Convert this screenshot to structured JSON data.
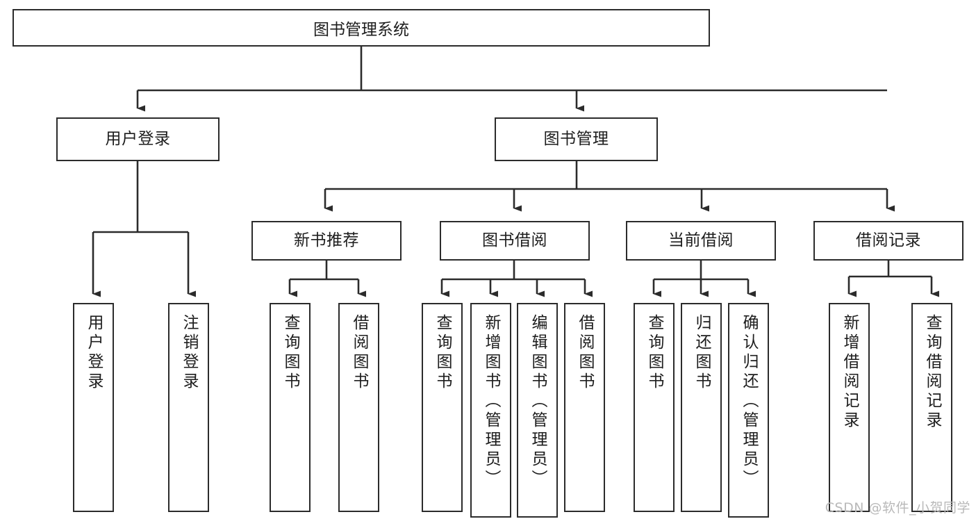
{
  "diagram": {
    "type": "tree-hierarchy",
    "title": "图书管理系统",
    "root": {
      "label": "图书管理系统"
    },
    "level2": [
      {
        "id": "user-login",
        "label": "用户登录"
      },
      {
        "id": "book-management",
        "label": "图书管理"
      }
    ],
    "level3": [
      {
        "id": "new-book-recommend",
        "label": "新书推荐",
        "parent": "book-management"
      },
      {
        "id": "book-borrow",
        "label": "图书借阅",
        "parent": "book-management"
      },
      {
        "id": "current-borrow",
        "label": "当前借阅",
        "parent": "book-management"
      },
      {
        "id": "borrow-record",
        "label": "借阅记录",
        "parent": "book-management"
      }
    ],
    "leaves": [
      {
        "id": "leaf-user-login",
        "label": "用户登录",
        "parent": "user-login"
      },
      {
        "id": "leaf-logout-login",
        "label": "注销登录",
        "parent": "user-login"
      },
      {
        "id": "leaf-query-book-1",
        "label": "查询图书",
        "parent": "new-book-recommend"
      },
      {
        "id": "leaf-borrow-book-1",
        "label": "借阅图书",
        "parent": "new-book-recommend"
      },
      {
        "id": "leaf-query-book-2",
        "label": "查询图书",
        "parent": "book-borrow"
      },
      {
        "id": "leaf-add-book",
        "label": "新增图书（管理员）",
        "parent": "book-borrow"
      },
      {
        "id": "leaf-edit-book",
        "label": "编辑图书（管理员）",
        "parent": "book-borrow"
      },
      {
        "id": "leaf-borrow-book-2",
        "label": "借阅图书",
        "parent": "book-borrow"
      },
      {
        "id": "leaf-query-book-3",
        "label": "查询图书",
        "parent": "current-borrow"
      },
      {
        "id": "leaf-return-book",
        "label": "归还图书",
        "parent": "current-borrow"
      },
      {
        "id": "leaf-confirm-return",
        "label": "确认归还（管理员）",
        "parent": "current-borrow"
      },
      {
        "id": "leaf-add-record",
        "label": "新增借阅记录",
        "parent": "borrow-record"
      },
      {
        "id": "leaf-query-record",
        "label": "查询借阅记录",
        "parent": "borrow-record"
      }
    ],
    "colors": {
      "stroke": "#2b2b2b",
      "fill": "#ffffff",
      "text": "#1d1d1d",
      "watermark": "#b9b9b9"
    }
  },
  "watermark": {
    "text": "CSDN @软件_小贺同学"
  }
}
